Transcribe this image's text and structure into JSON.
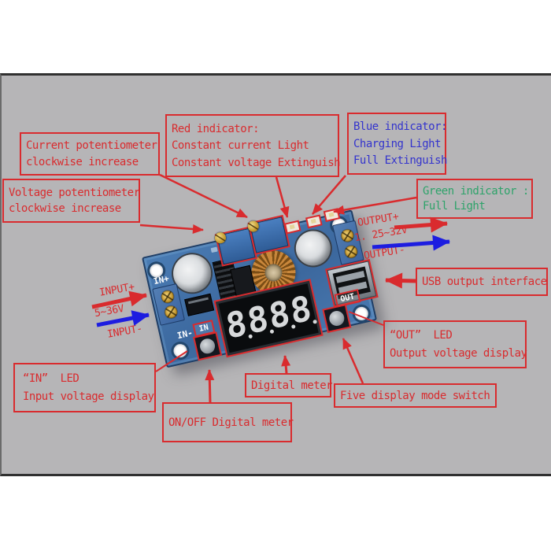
{
  "callouts": {
    "current_pot": {
      "line1": "Current potentiometer",
      "line2": "clockwise increase"
    },
    "voltage_pot": {
      "line1": "Voltage potentiometer",
      "line2": "clockwise increase"
    },
    "red_indicator": {
      "line1": "Red indicator:",
      "line2": "Constant current Light",
      "line3": "Constant voltage Extinguish"
    },
    "blue_indicator": {
      "line1": "Blue indicator:",
      "line2": "Charging Light",
      "line3": "Full Extinguish"
    },
    "green_indicator": {
      "line1": "Green indicator :",
      "line2": "Full Light"
    },
    "usb": {
      "line1": "USB output interface"
    },
    "out_led": {
      "line1": "“OUT”  LED",
      "line2": "Output voltage display"
    },
    "five_mode": {
      "line1": "Five display mode switch"
    },
    "digital_meter": {
      "line1": "Digital meter"
    },
    "onoff": {
      "line1": "ON/OFF Digital meter"
    },
    "in_led": {
      "line1": "“IN”  LED",
      "line2": "Input voltage display"
    }
  },
  "io_labels": {
    "input_plus": "INPUT+",
    "input_range": "5~36V",
    "input_minus": "INPUT-",
    "output_plus": "OUTPUT+",
    "output_range": "1. 25~32V",
    "output_minus": "OUTPUT-"
  },
  "board": {
    "display_value": "8.8.8.8.",
    "display": {
      "d1": "8",
      "d2": "8",
      "d3": "8",
      "d4": "8"
    },
    "silk_in_plus": "IN+",
    "silk_in_minus": "IN-",
    "silk_in": "IN",
    "silk_out": "OUT"
  },
  "colors": {
    "annotation_red": "#d92b2e",
    "blue_indicator_text": "#3434cd",
    "green_indicator_text": "#2ea36a",
    "arrow_blue": "#1d1de0",
    "panel_background": "#b6b5b7"
  }
}
